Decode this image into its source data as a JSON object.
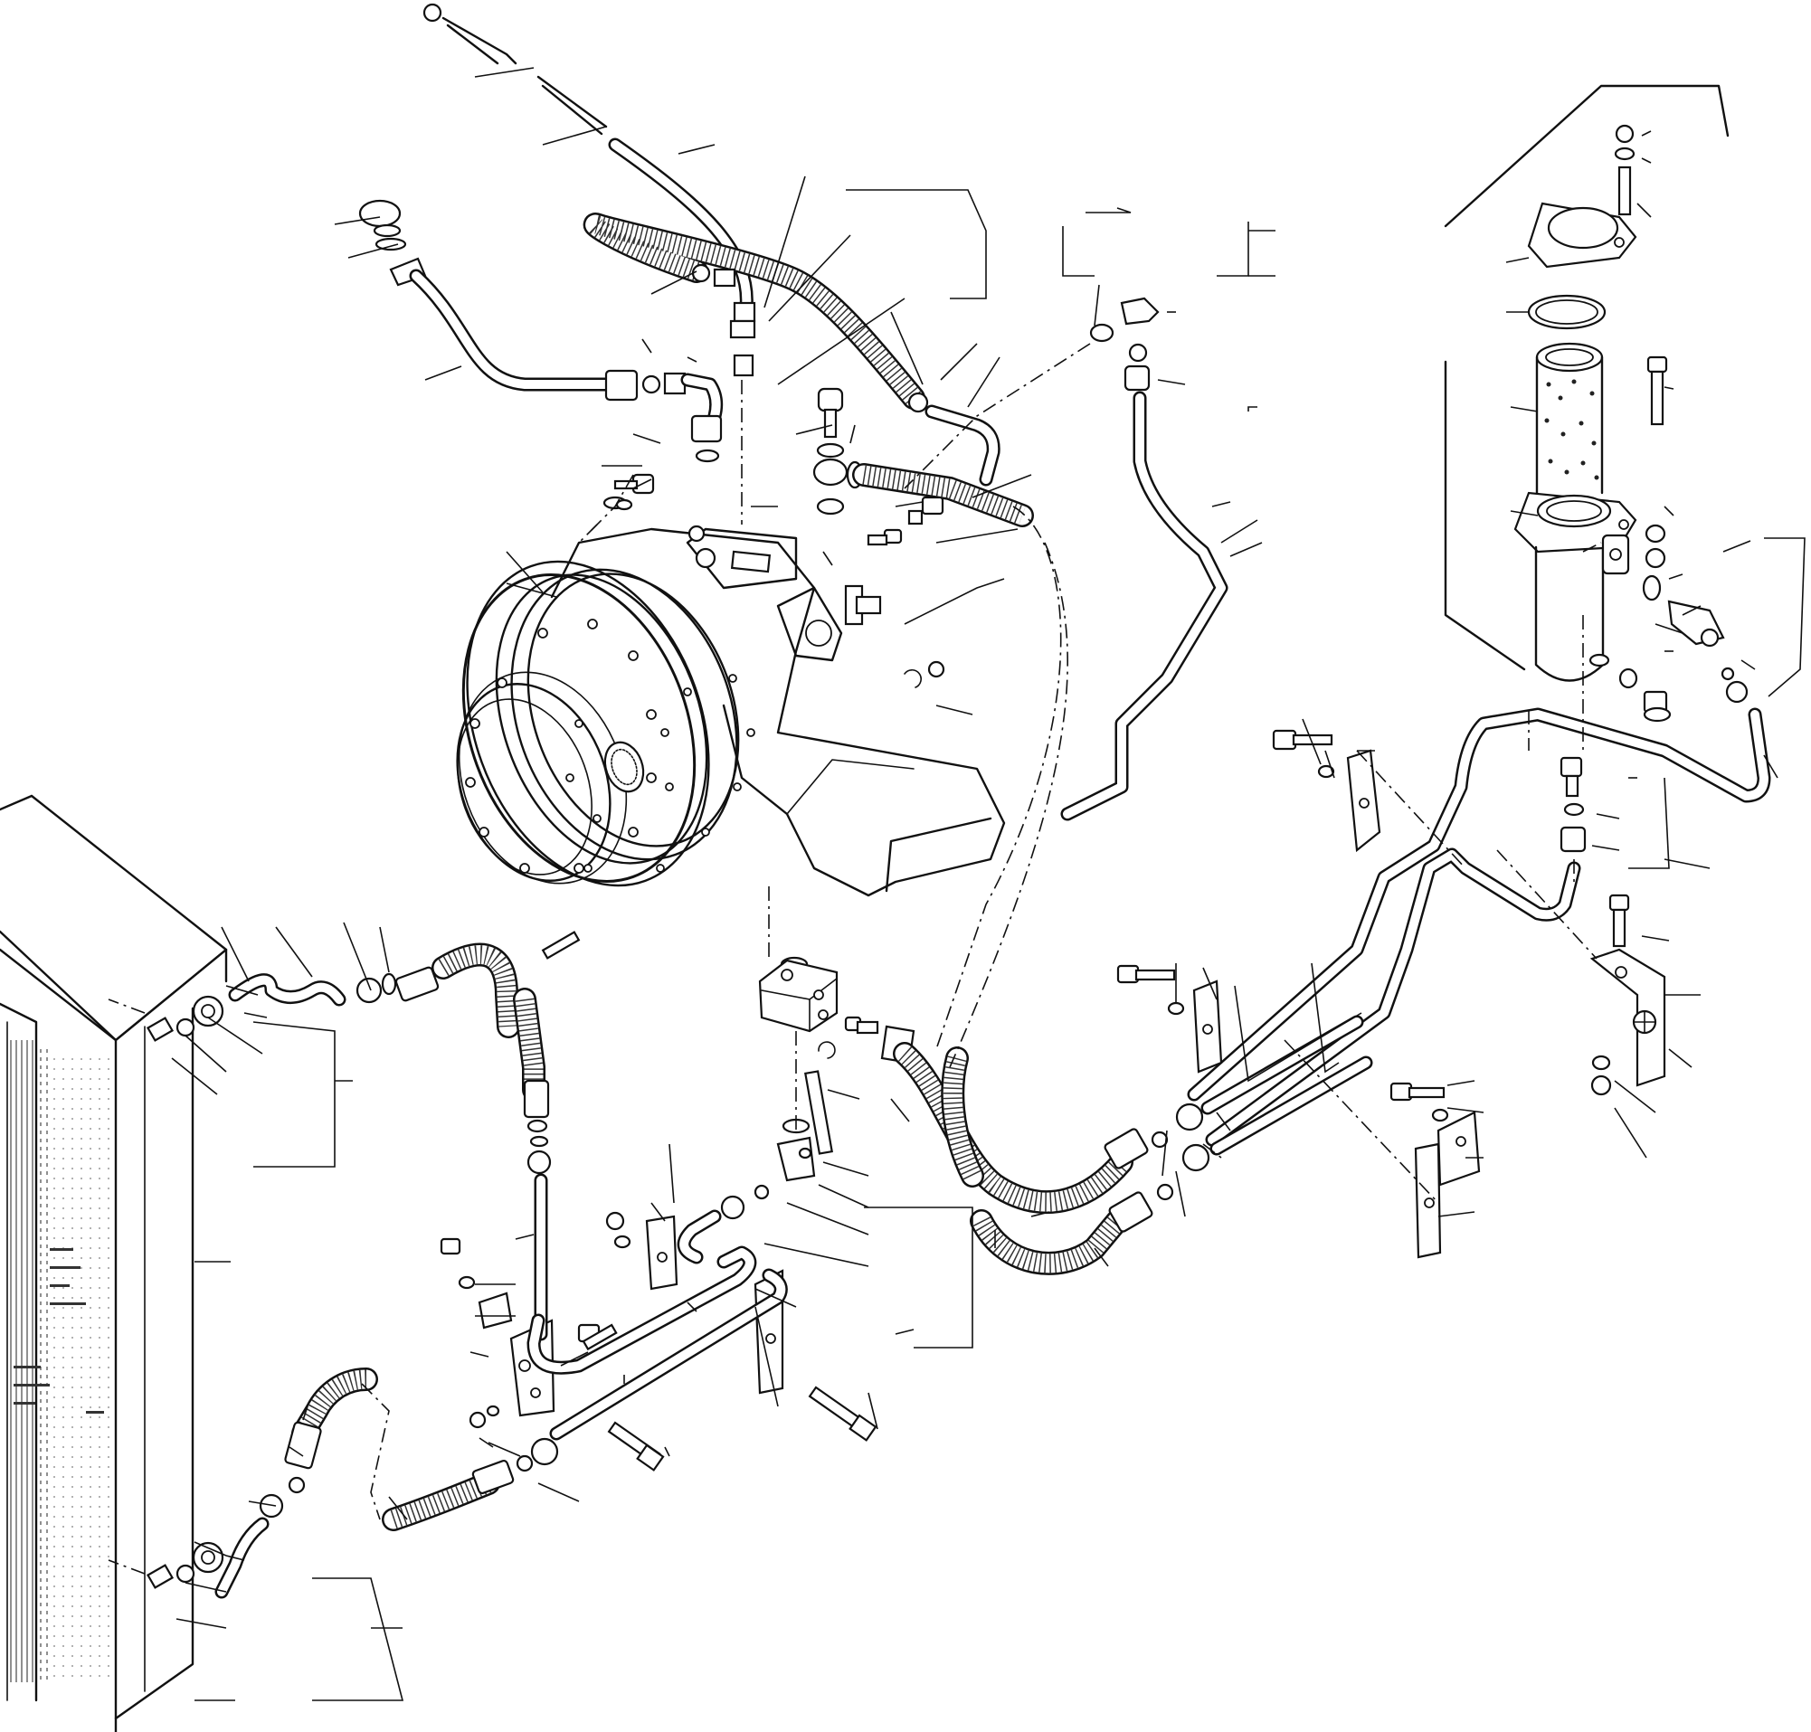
{
  "figure": {
    "kind": "exploded parts diagram",
    "callout_labels_visible": false
  },
  "assemblies": [
    {
      "name": "radiator-core"
    },
    {
      "name": "transmission-housing"
    },
    {
      "name": "oil-filter-assembly"
    },
    {
      "name": "dipstick-and-tube"
    },
    {
      "name": "filler-neck"
    },
    {
      "name": "control-valve-block"
    },
    {
      "name": "cooler-lines"
    },
    {
      "name": "hydraulic-hoses"
    },
    {
      "name": "mounting-brackets"
    }
  ],
  "colors": {
    "line": "#111111",
    "background": "#ffffff"
  }
}
